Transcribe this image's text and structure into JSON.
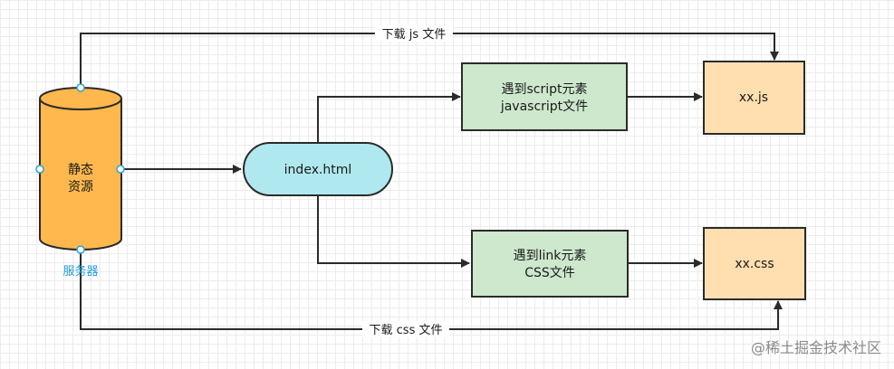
{
  "diagram": {
    "source": {
      "line1": "静态",
      "line2": "资源",
      "caption": "服务器"
    },
    "center": {
      "label": "index.html"
    },
    "script_box": {
      "line1": "遇到script元素",
      "line2": "javascript文件"
    },
    "link_box": {
      "line1": "遇到link元素",
      "line2": "CSS文件"
    },
    "js_file": {
      "label": "xx.js"
    },
    "css_file": {
      "label": "xx.css"
    },
    "top_edge_label": "下载 js 文件",
    "bottom_edge_label": "下载 css 文件"
  },
  "watermark": "@稀土掘金技术社区",
  "colors": {
    "cylinder": "#ffb84d",
    "pill": "#b0e8ef",
    "process_box": "#cde8cd",
    "file_box": "#ffdfb0",
    "stroke": "#2b2b2b",
    "handle": "#29a3d8"
  }
}
